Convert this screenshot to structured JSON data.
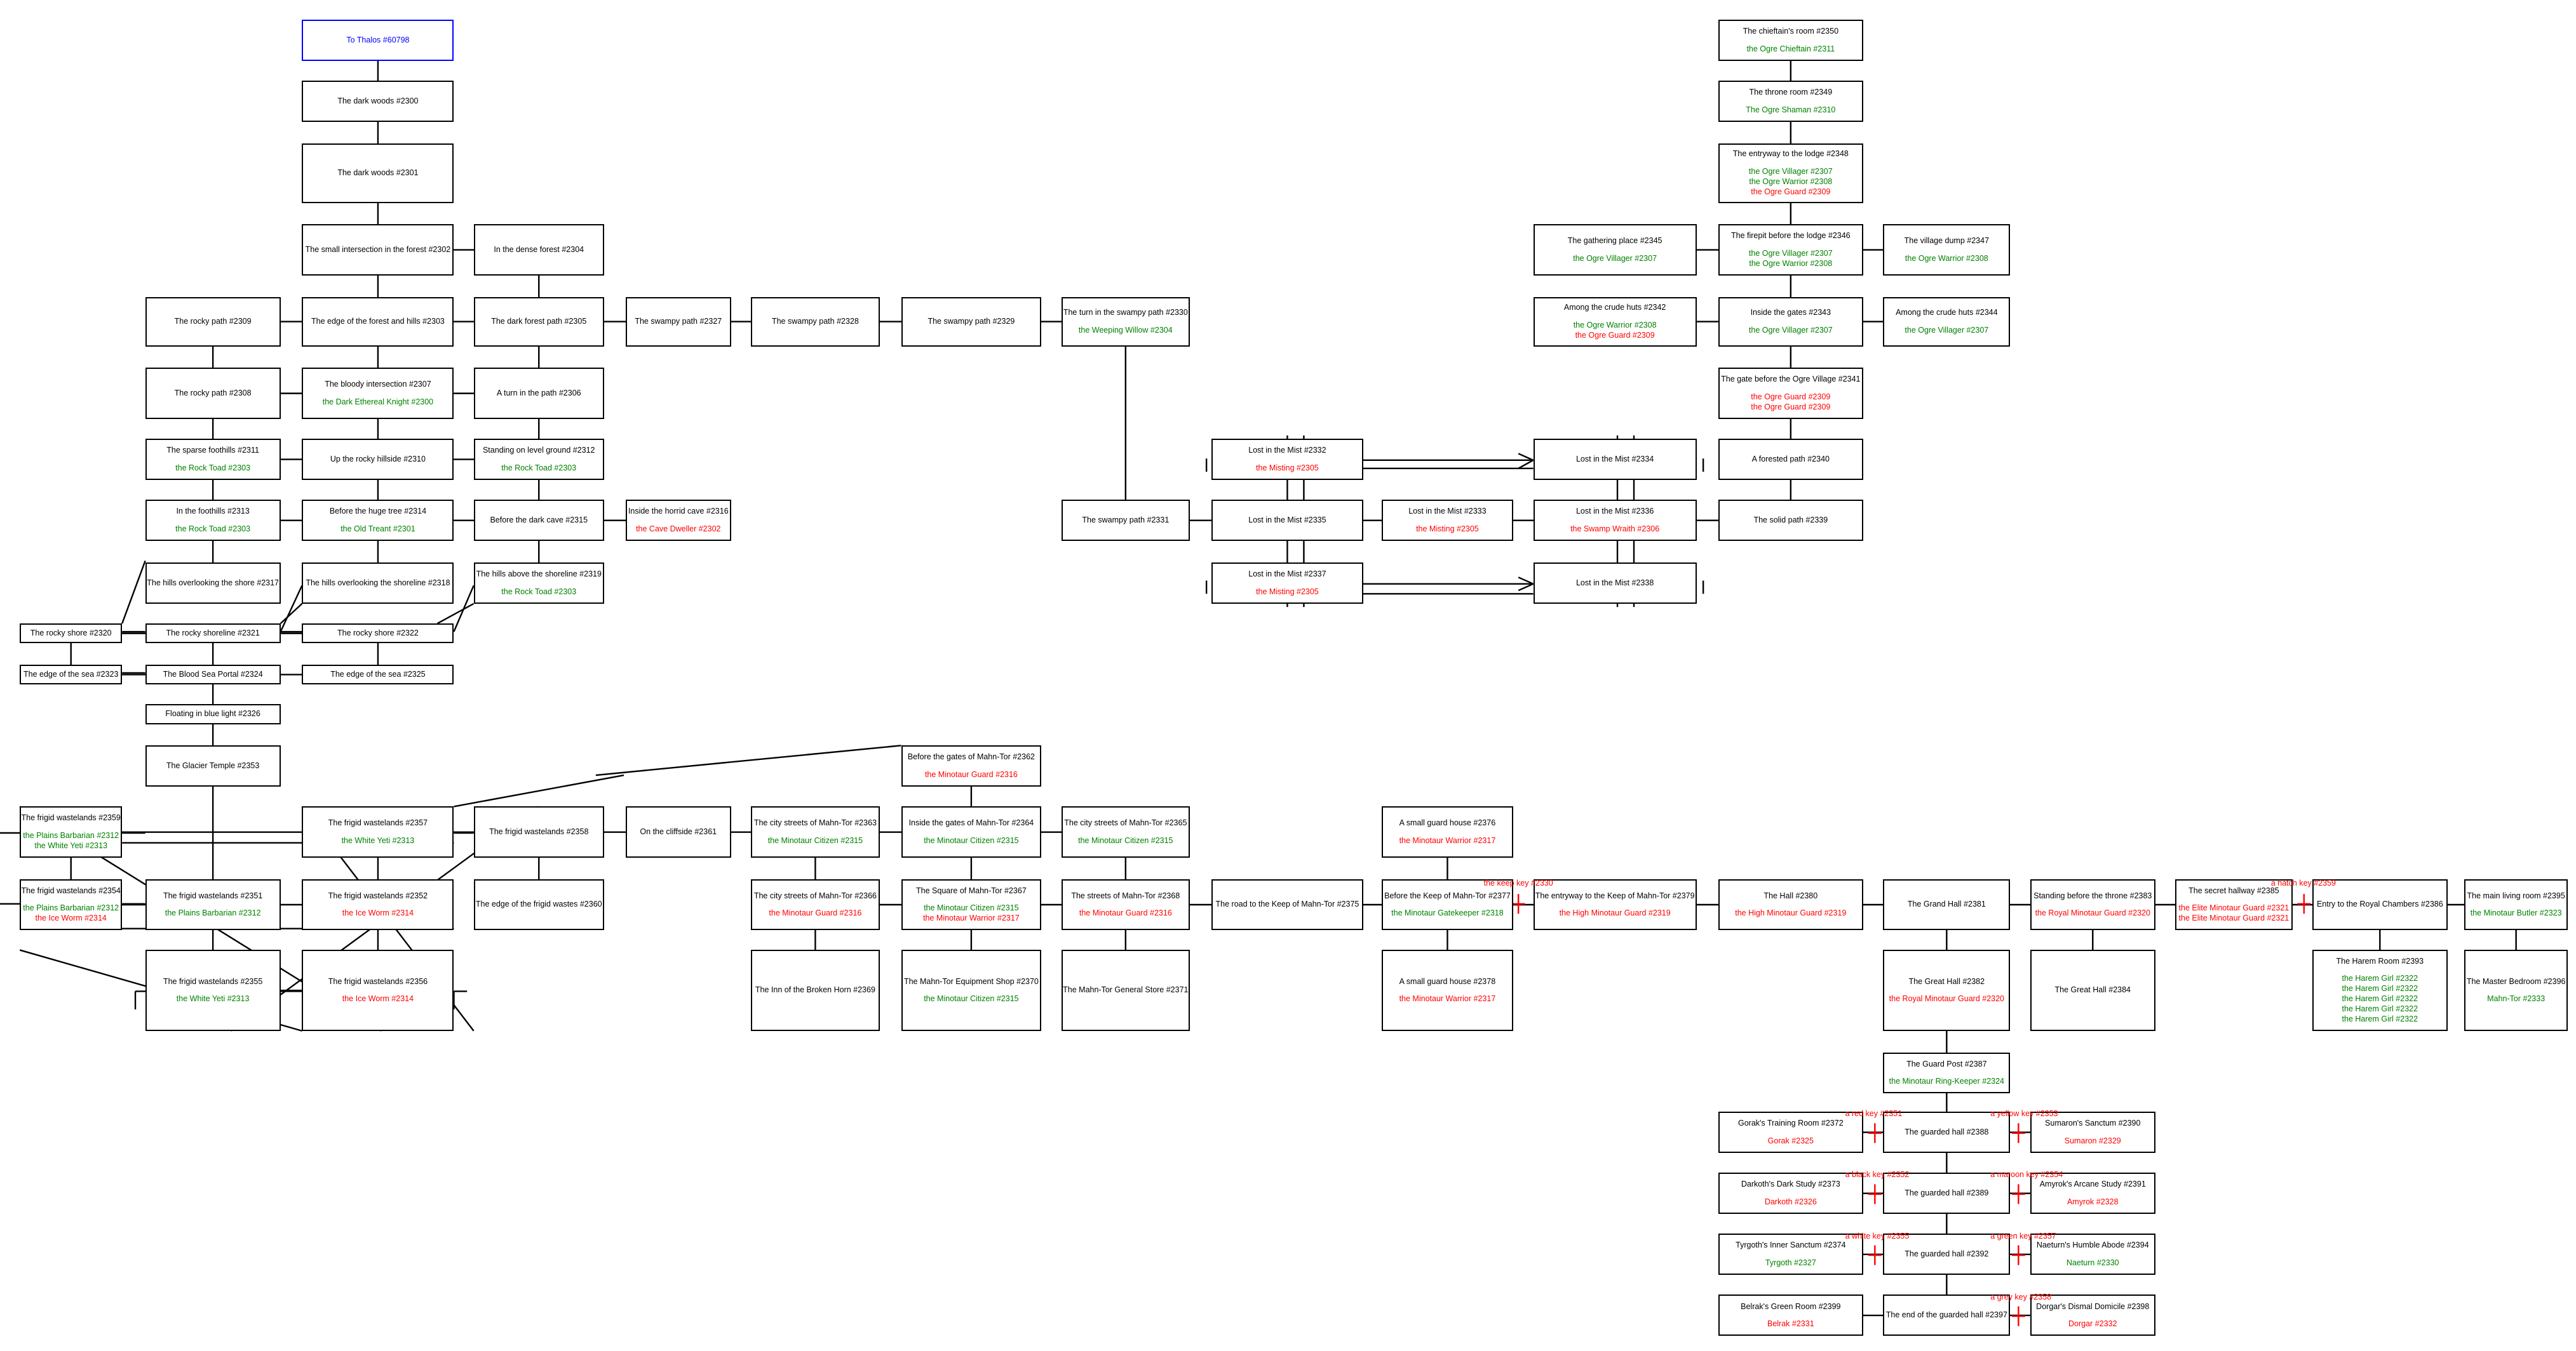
{
  "colors": {
    "exit": "#0000ff",
    "friendly": "#008000",
    "hostile": "#ff0000",
    "line": "#000000",
    "door": "#ff0000"
  },
  "rooms": [
    {
      "id": "60798",
      "title": "To Thalos #60798",
      "exit": true,
      "mobs": []
    },
    {
      "id": "2300",
      "title": "The dark woods #2300",
      "mobs": []
    },
    {
      "id": "2301",
      "title": "The dark woods #2301",
      "mobs": []
    },
    {
      "id": "2302",
      "title": "The small intersection in the forest #2302",
      "mobs": []
    },
    {
      "id": "2304",
      "title": "In the dense forest #2304",
      "mobs": []
    },
    {
      "id": "2309",
      "title": "The rocky path #2309",
      "mobs": []
    },
    {
      "id": "2303",
      "title": "The edge of the forest and hills #2303",
      "mobs": []
    },
    {
      "id": "2305",
      "title": "The dark forest path #2305",
      "mobs": []
    },
    {
      "id": "2327",
      "title": "The swampy path #2327",
      "mobs": []
    },
    {
      "id": "2328",
      "title": "The swampy path #2328",
      "mobs": []
    },
    {
      "id": "2329",
      "title": "The swampy path #2329",
      "mobs": []
    },
    {
      "id": "2330",
      "title": "The turn in the swampy path #2330",
      "mobs": [
        {
          "name": "the Weeping Willow #2304",
          "type": "f"
        }
      ]
    },
    {
      "id": "2308",
      "title": "The rocky path #2308",
      "mobs": []
    },
    {
      "id": "2307",
      "title": "The bloody intersection #2307",
      "mobs": [
        {
          "name": "the Dark Ethereal Knight #2300",
          "type": "f"
        }
      ]
    },
    {
      "id": "2306",
      "title": "A turn in the path #2306",
      "mobs": []
    },
    {
      "id": "2311",
      "title": "The sparse foothills #2311",
      "mobs": [
        {
          "name": "the Rock Toad #2303",
          "type": "f"
        }
      ]
    },
    {
      "id": "2310",
      "title": "Up the rocky hillside #2310",
      "mobs": []
    },
    {
      "id": "2312",
      "title": "Standing on level ground #2312",
      "mobs": [
        {
          "name": "the Rock Toad #2303",
          "type": "f"
        }
      ]
    },
    {
      "id": "2313",
      "title": "In the foothills #2313",
      "mobs": [
        {
          "name": "the Rock Toad #2303",
          "type": "f"
        }
      ]
    },
    {
      "id": "2314",
      "title": "Before the huge tree #2314",
      "mobs": [
        {
          "name": "the Old Treant #2301",
          "type": "f"
        }
      ]
    },
    {
      "id": "2315",
      "title": "Before the dark cave #2315",
      "mobs": []
    },
    {
      "id": "2316",
      "title": "Inside the horrid cave #2316",
      "mobs": [
        {
          "name": "the Cave Dweller #2302",
          "type": "h"
        }
      ]
    },
    {
      "id": "2317",
      "title": "The hills overlooking the shore #2317",
      "mobs": []
    },
    {
      "id": "2318",
      "title": "The hills overlooking the shoreline #2318",
      "mobs": []
    },
    {
      "id": "2319",
      "title": "The hills above the shoreline #2319",
      "mobs": [
        {
          "name": "the Rock Toad #2303",
          "type": "f"
        }
      ]
    },
    {
      "id": "2320",
      "title": "The rocky shore #2320",
      "mobs": []
    },
    {
      "id": "2321",
      "title": "The rocky shoreline #2321",
      "mobs": []
    },
    {
      "id": "2322",
      "title": "The rocky shore #2322",
      "mobs": []
    },
    {
      "id": "2323",
      "title": "The edge of the sea #2323",
      "mobs": []
    },
    {
      "id": "2324",
      "title": "The Blood Sea Portal #2324",
      "mobs": []
    },
    {
      "id": "2325",
      "title": "The edge of the sea #2325",
      "mobs": []
    },
    {
      "id": "2326",
      "title": "Floating in blue light #2326",
      "mobs": []
    },
    {
      "id": "2353",
      "title": "The Glacier Temple #2353",
      "mobs": []
    },
    {
      "id": "2359",
      "title": "The frigid wastelands #2359",
      "mobs": [
        {
          "name": "the Plains Barbarian #2312",
          "type": "f"
        },
        {
          "name": "the White Yeti #2313",
          "type": "f"
        }
      ]
    },
    {
      "id": "2357",
      "title": "The frigid wastelands #2357",
      "mobs": [
        {
          "name": "the White Yeti #2313",
          "type": "f"
        }
      ]
    },
    {
      "id": "2358",
      "title": "The frigid wastelands #2358",
      "mobs": []
    },
    {
      "id": "2361",
      "title": "On the cliffside #2361",
      "mobs": []
    },
    {
      "id": "2354",
      "title": "The frigid wastelands #2354",
      "mobs": [
        {
          "name": "the Plains Barbarian #2312",
          "type": "f"
        },
        {
          "name": "the Ice Worm #2314",
          "type": "h"
        }
      ]
    },
    {
      "id": "2351",
      "title": "The frigid wastelands #2351",
      "mobs": [
        {
          "name": "the Plains Barbarian #2312",
          "type": "f"
        }
      ]
    },
    {
      "id": "2352",
      "title": "The frigid wastelands #2352",
      "mobs": [
        {
          "name": "the Ice Worm #2314",
          "type": "h"
        }
      ]
    },
    {
      "id": "2360",
      "title": "The edge of the frigid wastes #2360",
      "mobs": []
    },
    {
      "id": "2355",
      "title": "The frigid wastelands #2355",
      "mobs": [
        {
          "name": "the White Yeti #2313",
          "type": "f"
        }
      ]
    },
    {
      "id": "2356",
      "title": "The frigid wastelands #2356",
      "mobs": [
        {
          "name": "the Ice Worm #2314",
          "type": "h"
        }
      ]
    },
    {
      "id": "2362",
      "title": "Before the gates of Mahn-Tor #2362",
      "mobs": [
        {
          "name": "the Minotaur Guard #2316",
          "type": "h"
        }
      ]
    },
    {
      "id": "2363",
      "title": "The city streets of Mahn-Tor #2363",
      "mobs": [
        {
          "name": "the Minotaur Citizen #2315",
          "type": "f"
        }
      ]
    },
    {
      "id": "2364",
      "title": "Inside the gates of Mahn-Tor #2364",
      "mobs": [
        {
          "name": "the Minotaur Citizen #2315",
          "type": "f"
        }
      ]
    },
    {
      "id": "2365",
      "title": "The city streets of Mahn-Tor #2365",
      "mobs": [
        {
          "name": "the Minotaur Citizen #2315",
          "type": "f"
        }
      ]
    },
    {
      "id": "2366",
      "title": "The city streets of Mahn-Tor #2366",
      "mobs": [
        {
          "name": "the Minotaur Guard #2316",
          "type": "h"
        }
      ]
    },
    {
      "id": "2367",
      "title": "The Square of Mahn-Tor #2367",
      "mobs": [
        {
          "name": "the Minotaur Citizen #2315",
          "type": "f"
        },
        {
          "name": "the Minotaur Warrior #2317",
          "type": "h"
        }
      ]
    },
    {
      "id": "2368",
      "title": "The streets of Mahn-Tor #2368",
      "mobs": [
        {
          "name": "the Minotaur Guard #2316",
          "type": "h"
        }
      ]
    },
    {
      "id": "2369",
      "title": "The Inn of the Broken Horn #2369",
      "mobs": []
    },
    {
      "id": "2370",
      "title": "The Mahn-Tor Equipment Shop #2370",
      "mobs": [
        {
          "name": "the Minotaur Citizen #2315",
          "type": "f"
        }
      ]
    },
    {
      "id": "2371",
      "title": "The Mahn-Tor General Store #2371",
      "mobs": []
    },
    {
      "id": "2375",
      "title": "The road to the Keep of Mahn-Tor #2375",
      "mobs": []
    },
    {
      "id": "2376",
      "title": "A small guard house #2376",
      "mobs": [
        {
          "name": "the Minotaur Warrior #2317",
          "type": "h"
        }
      ]
    },
    {
      "id": "2377",
      "title": "Before the Keep of Mahn-Tor #2377",
      "mobs": [
        {
          "name": "the Minotaur Gatekeeper #2318",
          "type": "f"
        }
      ]
    },
    {
      "id": "2378",
      "title": "A small guard house #2378",
      "mobs": [
        {
          "name": "the Minotaur Warrior #2317",
          "type": "h"
        }
      ]
    },
    {
      "id": "2379",
      "title": "The entryway to the Keep of Mahn-Tor #2379",
      "mobs": [
        {
          "name": "the High Minotaur Guard #2319",
          "type": "h"
        }
      ]
    },
    {
      "id": "2380",
      "title": "The Hall #2380",
      "mobs": [
        {
          "name": "the High Minotaur Guard #2319",
          "type": "h"
        }
      ]
    },
    {
      "id": "2381",
      "title": "The Grand Hall #2381",
      "mobs": []
    },
    {
      "id": "2383",
      "title": "Standing before the throne #2383",
      "mobs": [
        {
          "name": "the Royal Minotaur Guard #2320",
          "type": "h"
        }
      ]
    },
    {
      "id": "2385",
      "title": "The secret hallway #2385",
      "mobs": [
        {
          "name": "the Elite Minotaur Guard #2321",
          "type": "h"
        },
        {
          "name": "the Elite Minotaur Guard #2321",
          "type": "h"
        }
      ]
    },
    {
      "id": "2386",
      "title": "Entry to the Royal Chambers #2386",
      "mobs": []
    },
    {
      "id": "2395",
      "title": "The main living room #2395",
      "mobs": [
        {
          "name": "the Minotaur Butler #2323",
          "type": "f"
        }
      ]
    },
    {
      "id": "2382",
      "title": "The Great Hall #2382",
      "mobs": [
        {
          "name": "the Royal Minotaur Guard #2320",
          "type": "h"
        }
      ]
    },
    {
      "id": "2384",
      "title": "The Great Hall #2384",
      "mobs": []
    },
    {
      "id": "2393",
      "title": "The Harem Room #2393",
      "mobs": [
        {
          "name": "the Harem Girl #2322",
          "type": "f"
        },
        {
          "name": "the Harem Girl #2322",
          "type": "f"
        },
        {
          "name": "the Harem Girl #2322",
          "type": "f"
        },
        {
          "name": "the Harem Girl #2322",
          "type": "f"
        },
        {
          "name": "the Harem Girl #2322",
          "type": "f"
        }
      ]
    },
    {
      "id": "2396",
      "title": "The Master Bedroom #2396",
      "mobs": [
        {
          "name": "Mahn-Tor #2333",
          "type": "f"
        }
      ]
    },
    {
      "id": "2387",
      "title": "The Guard Post #2387",
      "mobs": [
        {
          "name": "the Minotaur Ring-Keeper #2324",
          "type": "f"
        }
      ]
    },
    {
      "id": "2372",
      "title": "Gorak's Training Room #2372",
      "mobs": [
        {
          "name": "Gorak #2325",
          "type": "h"
        }
      ]
    },
    {
      "id": "2388",
      "title": "The guarded hall #2388",
      "mobs": []
    },
    {
      "id": "2390",
      "title": "Sumaron's Sanctum #2390",
      "mobs": [
        {
          "name": "Sumaron #2329",
          "type": "h"
        }
      ]
    },
    {
      "id": "2373",
      "title": "Darkoth's Dark Study #2373",
      "mobs": [
        {
          "name": "Darkoth #2326",
          "type": "h"
        }
      ]
    },
    {
      "id": "2389",
      "title": "The guarded hall #2389",
      "mobs": []
    },
    {
      "id": "2391",
      "title": "Amyrok's Arcane Study #2391",
      "mobs": [
        {
          "name": "Amyrok #2328",
          "type": "h"
        }
      ]
    },
    {
      "id": "2374",
      "title": "Tyrgoth's Inner Sanctum #2374",
      "mobs": [
        {
          "name": "Tyrgoth #2327",
          "type": "f"
        }
      ]
    },
    {
      "id": "2392",
      "title": "The guarded hall #2392",
      "mobs": []
    },
    {
      "id": "2394",
      "title": "Naeturn's Humble Abode #2394",
      "mobs": [
        {
          "name": "Naeturn #2330",
          "type": "f"
        }
      ]
    },
    {
      "id": "2399",
      "title": "Belrak's Green Room #2399",
      "mobs": [
        {
          "name": "Belrak #2331",
          "type": "h"
        }
      ]
    },
    {
      "id": "2397",
      "title": "The end of the guarded hall #2397",
      "mobs": []
    },
    {
      "id": "2398",
      "title": "Dorgar's Dismal Domicile #2398",
      "mobs": [
        {
          "name": "Dorgar #2332",
          "type": "h"
        }
      ]
    },
    {
      "id": "2332",
      "title": "Lost in the Mist #2332",
      "mobs": [
        {
          "name": "the Misting #2305",
          "type": "h"
        }
      ]
    },
    {
      "id": "2334",
      "title": "Lost in the Mist #2334",
      "mobs": []
    },
    {
      "id": "2331",
      "title": "The swampy path #2331",
      "mobs": []
    },
    {
      "id": "2335",
      "title": "Lost in the Mist #2335",
      "mobs": []
    },
    {
      "id": "2333",
      "title": "Lost in the Mist #2333",
      "mobs": [
        {
          "name": "the Misting #2305",
          "type": "h"
        }
      ]
    },
    {
      "id": "2336",
      "title": "Lost in the Mist #2336",
      "mobs": [
        {
          "name": "the Swamp Wraith #2306",
          "type": "h"
        }
      ]
    },
    {
      "id": "2337",
      "title": "Lost in the Mist #2337",
      "mobs": [
        {
          "name": "the Misting #2305",
          "type": "h"
        }
      ]
    },
    {
      "id": "2338",
      "title": "Lost in the Mist #2338",
      "mobs": []
    },
    {
      "id": "2339",
      "title": "The solid path #2339",
      "mobs": []
    },
    {
      "id": "2340",
      "title": "A forested path #2340",
      "mobs": []
    },
    {
      "id": "2341",
      "title": "The gate before the Ogre Village #2341",
      "mobs": [
        {
          "name": "the Ogre Guard #2309",
          "type": "h"
        },
        {
          "name": "the Ogre Guard #2309",
          "type": "h"
        }
      ]
    },
    {
      "id": "2342",
      "title": "Among the crude huts #2342",
      "mobs": [
        {
          "name": "the Ogre Warrior #2308",
          "type": "f"
        },
        {
          "name": "the Ogre Guard #2309",
          "type": "h"
        }
      ]
    },
    {
      "id": "2343",
      "title": "Inside the gates #2343",
      "mobs": [
        {
          "name": "the Ogre Villager #2307",
          "type": "f"
        }
      ]
    },
    {
      "id": "2344",
      "title": "Among the crude huts #2344",
      "mobs": [
        {
          "name": "the Ogre Villager #2307",
          "type": "f"
        }
      ]
    },
    {
      "id": "2345",
      "title": "The gathering place #2345",
      "mobs": [
        {
          "name": "the Ogre Villager #2307",
          "type": "f"
        }
      ]
    },
    {
      "id": "2346",
      "title": "The firepit before the lodge #2346",
      "mobs": [
        {
          "name": "the Ogre Villager #2307",
          "type": "f"
        },
        {
          "name": "the Ogre Warrior #2308",
          "type": "f"
        }
      ]
    },
    {
      "id": "2347",
      "title": "The village dump #2347",
      "mobs": [
        {
          "name": "the Ogre Warrior #2308",
          "type": "f"
        }
      ]
    },
    {
      "id": "2348",
      "title": "The entryway to the lodge #2348",
      "mobs": [
        {
          "name": "the Ogre Villager #2307",
          "type": "f"
        },
        {
          "name": "the Ogre Warrior #2308",
          "type": "f"
        },
        {
          "name": "the Ogre Guard #2309",
          "type": "h"
        }
      ]
    },
    {
      "id": "2349",
      "title": "The throne room #2349",
      "mobs": [
        {
          "name": "The Ogre Shaman #2310",
          "type": "f"
        }
      ]
    },
    {
      "id": "2350",
      "title": "The chieftain's room #2350",
      "mobs": [
        {
          "name": "the Ogre Chieftain #2311",
          "type": "f"
        }
      ]
    }
  ],
  "doors": [
    {
      "id": "d2330",
      "label": "the keep key #2330"
    },
    {
      "id": "d2359",
      "label": "a hatch key #2359"
    },
    {
      "id": "d2351",
      "label": "a red key #2351"
    },
    {
      "id": "d2353",
      "label": "a yellow key #2353"
    },
    {
      "id": "d2352",
      "label": "a black key #2352"
    },
    {
      "id": "d2354",
      "label": "a maroon key #2354"
    },
    {
      "id": "d2355",
      "label": "a white key #2355"
    },
    {
      "id": "d2357",
      "label": "a green key #2357"
    },
    {
      "id": "d2358",
      "label": "a grey key #2358"
    }
  ]
}
